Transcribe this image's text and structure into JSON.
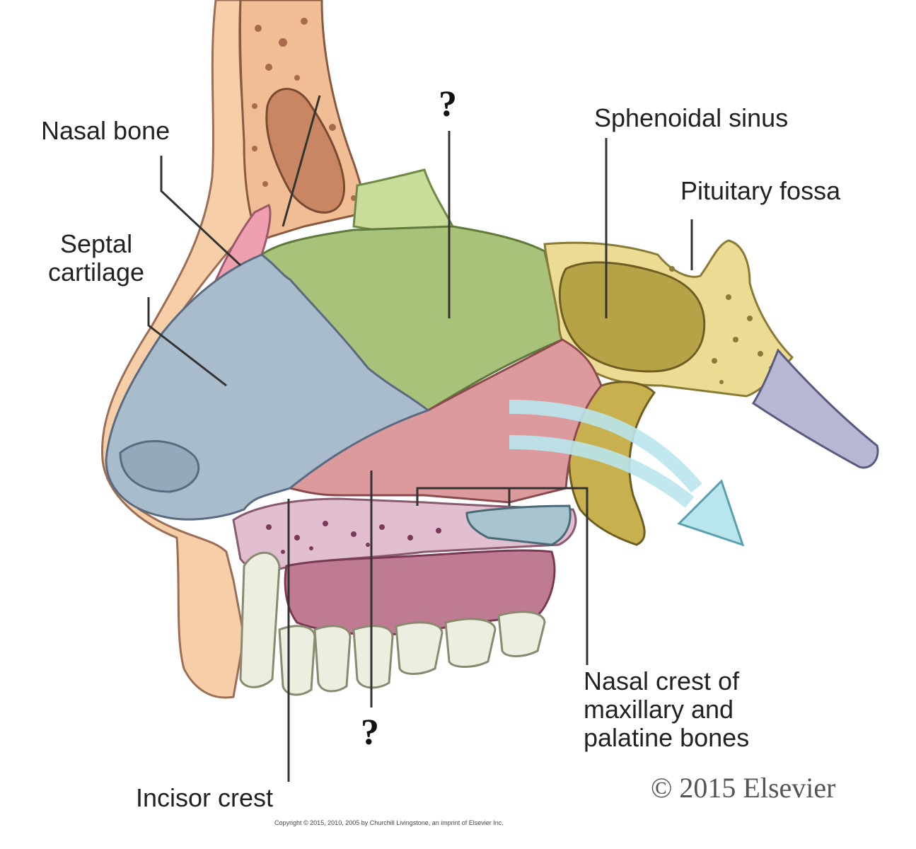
{
  "labels": {
    "nasal_bone": "Nasal bone",
    "septal_cartilage": "Septal\ncartilage",
    "unknown_top": "?",
    "sphenoidal_sinus": "Sphenoidal sinus",
    "pituitary_fossa": "Pituitary fossa",
    "nasal_crest": "Nasal crest of\nmaxillary and\npalatine bones",
    "unknown_bottom": "?",
    "incisor_crest": "Incisor crest"
  },
  "copyright": "© 2015 Elsevier",
  "fine_print": "Copyright © 2015, 2010, 2005 by Churchill Livingstone, an imprint of Elsevier Inc.",
  "colors": {
    "skin": "#f6cfa8",
    "bone": "#f0bd95",
    "septal_cartilage": "#a9bccc",
    "perpendicular_plate": "#a9c27a",
    "vomer": "#dc9a9c",
    "sphenoid": "#ecdc93",
    "sinus": "#b7a347",
    "palate": "#e2bfd0",
    "gum": "#bf7b92",
    "teeth": "#eceee0",
    "airflow": "#b9e6ec",
    "nasal_bone_pink": "#ef9fb0",
    "occipital": "#b7b7d4"
  }
}
